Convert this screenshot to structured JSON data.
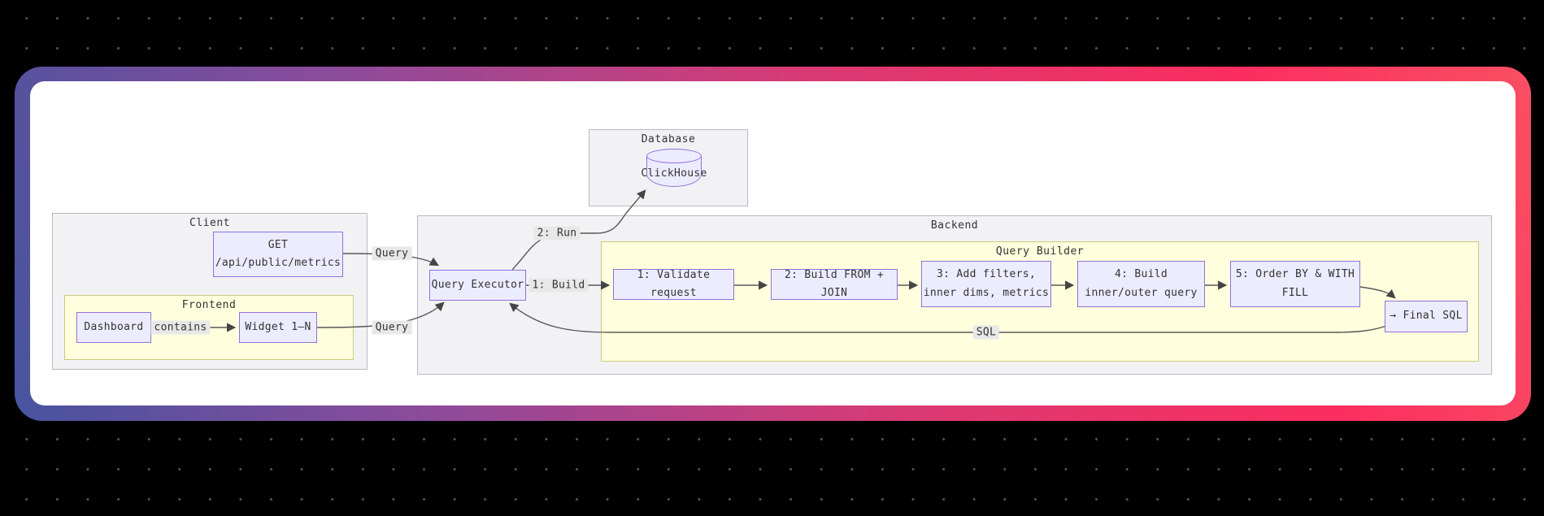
{
  "canvas": {
    "background": "#000000",
    "dot_color": "#4e4e4e"
  },
  "frame": {
    "gradient_start": "#47549f",
    "gradient_mid": "#d93a74",
    "gradient_end": "#f94f63",
    "card_background": "#ffffff"
  },
  "diagram": {
    "colors": {
      "node_fill": "#ECECFF",
      "node_border": "#9370DB",
      "cluster_gray_fill": "#f2f2f5",
      "cluster_yellow_fill": "#ffffde",
      "edge_color": "#555555",
      "edge_label_bg": "#e8e8e8",
      "text": "#333333"
    },
    "clusters": {
      "database": {
        "label": "Database"
      },
      "client": {
        "label": "Client"
      },
      "frontend": {
        "label": "Frontend"
      },
      "backend": {
        "label": "Backend"
      },
      "query_builder": {
        "label": "Query Builder"
      }
    },
    "nodes": {
      "clickhouse": {
        "label": "ClickHouse",
        "shape": "cylinder"
      },
      "get_endpoint": {
        "line1": "GET",
        "line2": "/api/public/metrics"
      },
      "dashboard": {
        "label": "Dashboard"
      },
      "widget": {
        "label": "Widget 1–N"
      },
      "query_executor": {
        "label": "Query Executor"
      },
      "step1": {
        "label": "1: Validate request"
      },
      "step2": {
        "label": "2: Build FROM + JOIN"
      },
      "step3": {
        "line1": "3: Add filters,",
        "line2": "inner dims, metrics"
      },
      "step4": {
        "line1": "4: Build",
        "line2": "inner/outer query"
      },
      "step5": {
        "line1": "5: Order BY & WITH",
        "line2": "FILL"
      },
      "final_sql": {
        "label": "→ Final SQL"
      }
    },
    "edge_labels": {
      "query_top": "Query",
      "query_bottom": "Query",
      "build": "1: Build",
      "run": "2: Run",
      "sql": "SQL",
      "contains": "contains"
    }
  }
}
